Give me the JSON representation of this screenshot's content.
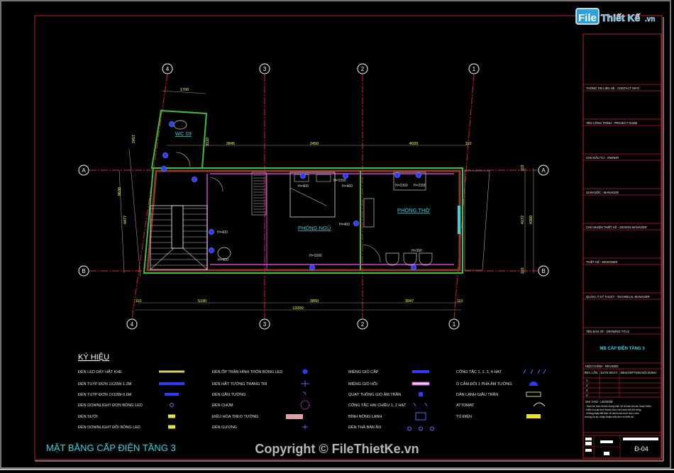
{
  "logo": {
    "text": "File Thiết Kế.vn"
  },
  "drawing": {
    "title": "MẶT BẰNG CẤP ĐIỆN TẦNG 3",
    "copyright": "Copyright © FileThietKe.vn",
    "grid_columns": [
      "4",
      "3",
      "2",
      "1"
    ],
    "grid_rows": [
      "A",
      "B"
    ],
    "rooms": {
      "wc": "WC 03",
      "bedroom": "PHÒNG NGỦ",
      "altar": "PHÒNG THỜ"
    },
    "dimensions_top": [
      "1700",
      "2845",
      "2450",
      "4020",
      "110"
    ],
    "dimensions_bottom": [
      "110",
      "5190",
      "3850",
      "3947",
      "110"
    ],
    "dimension_total": "13200",
    "dimensions_left": [
      "2457",
      "8630",
      "4477"
    ],
    "dimensions_wc": "3110",
    "dimensions_right": [
      "110",
      "4172",
      "4360",
      "110"
    ],
    "height_labels": [
      "H=400",
      "H=400",
      "H=400",
      "H=400",
      "H=1000",
      "H=1000",
      "H=400",
      "H=2300",
      "H=2300",
      "H=300"
    ]
  },
  "legend": {
    "title": "KÝ HIỆU",
    "columns": [
      [
        "ĐÈN LED DÂY HẮT KHE",
        "ĐÈN TUÝP ĐƠN 1X20W-1.2M",
        "ĐÈN TUÝP ĐƠN 1X10W-0.6M",
        "ĐÈN DOWNLIGHT ĐƠN BÓNG LED",
        "ĐÈN SƯỞI",
        "ĐÈN DOWNLIGHT ĐÔI BÓNG LED"
      ],
      [
        "ĐÈN ỐP TRẦN HÌNH TRÒN BÓNG LED",
        "ĐÈN HẮT TƯỜNG TRANG TRÍ",
        "ĐÈN GẮN TƯỜNG",
        "ĐÈN CHÙM",
        "ĐIỀU HÒA TREO TƯỜNG",
        "ĐÈN GƯƠNG"
      ],
      [
        "MIỆNG GIÓ CẤP",
        "MIỆNG GIÓ HỒI",
        "QUẠT THÔNG GIÓ ÂM TRẦN",
        "CÔNG TẮC HAI CHIỀU 1, 2 HẠT",
        "BÌNH NÓNG LẠNH",
        "ĐÈN THẢ BÀN ĂN"
      ],
      [
        "CÔNG TẮC 1, 2, 3, 4 HẠT",
        "Ổ CẮM ĐÔI 1 PHA ÂM TƯỜNG",
        "DÀN LẠNH GIẤU TRẦN",
        "ATTOMAT",
        "TỦ ĐIỆN"
      ]
    ]
  },
  "title_block": {
    "fields": [
      "THÔNG TIN LIÊN HỆ - CONTACT INFO",
      "TÊN CÔNG TRÌNH - PROJECT NAME",
      "CHỦ ĐẦU TƯ - OWNER",
      "GIÁM ĐỐC - MANAGER",
      "CHỦ NHIỆM THIẾT KẾ - DESIGN MANAGER",
      "THIẾT KẾ - DESIGNER",
      "QUẢN LÝ KỸ THUẬT - TECHNICAL MANAGER",
      "TÊN BẢN VẼ - DRAWING TITLE"
    ],
    "drawing_name": "MB CẤP ĐIỆN TẦNG 3",
    "revised": "HIỆU CHỈNH - REVISED",
    "rev_headers": [
      "REV. LẦN",
      "DATE NGÀY",
      "DESCRIPTION NỘI DUNG"
    ],
    "rev_rows": [
      "1",
      "2",
      "3",
      "4"
    ],
    "notes_title": "GHI CHÚ - LEGEND",
    "notes": [
      "- Toàn bộ kích thước trong bản vẽ là kích thước hoàn thiện.",
      "- Kiểm tra lại kích thước thực tế trước khi thi công.",
      "- Không thay đổi bản vẽ dưới mọi hình thức nếu",
      "không có sự chấp thuận của đơn vị thiết kế."
    ],
    "sheet_number": "Đ-04"
  },
  "colors": {
    "frame": "#c0202a",
    "grid": "#e02020",
    "wall": "#3cc23c",
    "pink": "#d040d0",
    "dim": "#ffff66",
    "room": "#33d6e0",
    "symbol": "#2a3cff"
  }
}
